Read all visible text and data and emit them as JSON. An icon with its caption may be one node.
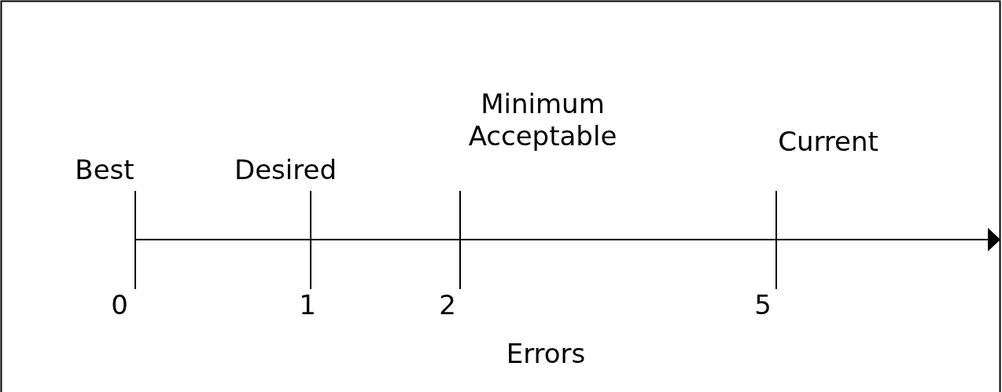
{
  "diagram": {
    "labels": [
      "Minimum Acceptable",
      "Best",
      "Desired",
      "Current",
      "0",
      "1",
      "2",
      "5",
      "Errors"
    ]
  }
}
